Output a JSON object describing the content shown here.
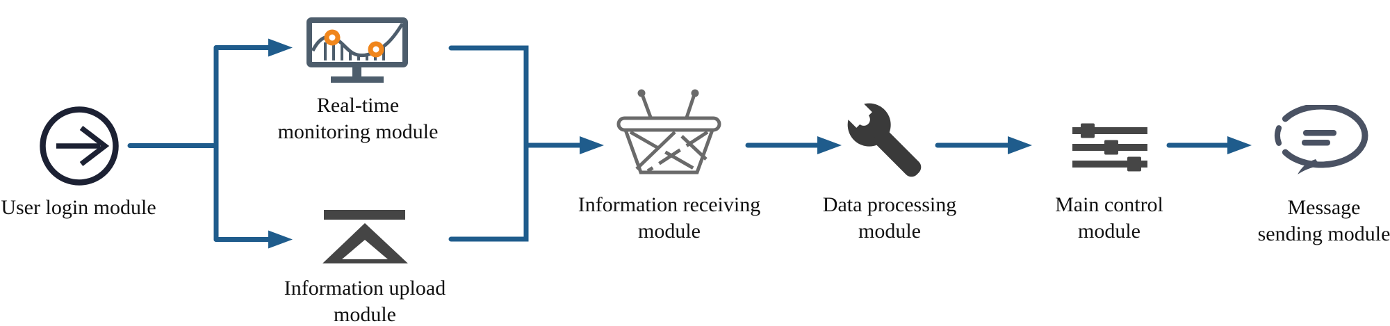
{
  "colors": {
    "connector": "#1F5C8C",
    "orange": "#F0861C",
    "slate": "#4D5D6C",
    "navy": "#1C2133",
    "gray": "#6A6A6A",
    "darkgray": "#454545",
    "wrench": "#3A3A3A",
    "controls": "#464646",
    "bubble": "#4A5263",
    "text": "#111111"
  },
  "flow": {
    "nodes": [
      {
        "id": "user-login",
        "icon": "login-arrow-circle-icon",
        "label_lines": [
          "User login module",
          ""
        ]
      },
      {
        "id": "real-time-monitoring",
        "icon": "monitor-chart-icon",
        "label_lines": [
          "Real-time",
          "monitoring module"
        ]
      },
      {
        "id": "information-upload",
        "icon": "upload-triangle-icon",
        "label_lines": [
          "Information upload",
          "module"
        ]
      },
      {
        "id": "information-receiving",
        "icon": "basket-antenna-icon",
        "label_lines": [
          "Information receiving",
          "module"
        ]
      },
      {
        "id": "data-processing",
        "icon": "wrench-icon",
        "label_lines": [
          "Data processing",
          "module"
        ]
      },
      {
        "id": "main-control",
        "icon": "sliders-icon",
        "label_lines": [
          "Main control",
          "module"
        ]
      },
      {
        "id": "message-sending",
        "icon": "speech-bubble-icon",
        "label_lines": [
          "Message",
          "sending module"
        ]
      }
    ],
    "edges": [
      {
        "from": "user-login",
        "to": "real-time-monitoring"
      },
      {
        "from": "user-login",
        "to": "information-upload"
      },
      {
        "from": "real-time-monitoring",
        "to": "information-receiving"
      },
      {
        "from": "information-upload",
        "to": "information-receiving"
      },
      {
        "from": "information-receiving",
        "to": "data-processing"
      },
      {
        "from": "data-processing",
        "to": "main-control"
      },
      {
        "from": "main-control",
        "to": "message-sending"
      }
    ]
  }
}
